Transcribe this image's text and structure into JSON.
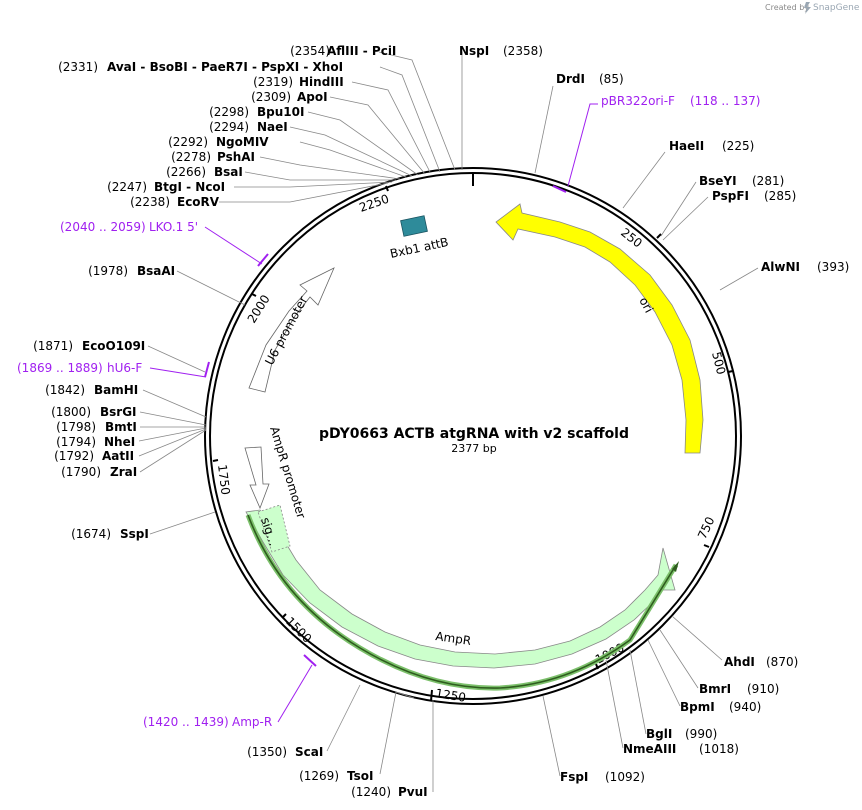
{
  "credit": {
    "prefix": "Created by",
    "brand": "SnapGene"
  },
  "plasmid": {
    "name": "pDY0663 ACTB atgRNA with v2 scaffold",
    "size_label": "2377 bp",
    "length": 2377
  },
  "ticks": [
    "250",
    "500",
    "750",
    "1000",
    "1250",
    "1500",
    "1750",
    "2000",
    "2250"
  ],
  "features": [
    {
      "label": "ori",
      "color": "#ffff00"
    },
    {
      "label": "AmpR",
      "color": "#ccffcc"
    },
    {
      "label": "sig…",
      "color": "#ccffcc"
    },
    {
      "label": "AmpR promoter",
      "color": "#ffffff"
    },
    {
      "label": "U6 promoter",
      "color": "#ffffff"
    },
    {
      "label": "Bxb1 attB",
      "color": "#2e8b9a"
    }
  ],
  "enzymes": [
    {
      "pos": "(2354)",
      "name": "AflIII  -  PciI"
    },
    {
      "pos": "(2331)",
      "name": "AvaI  -  BsoBI  -  PaeR7I  -  PspXI  -  XhoI"
    },
    {
      "pos": "(2319)",
      "name": "HindIII"
    },
    {
      "pos": "(2309)",
      "name": "ApoI"
    },
    {
      "pos": "(2298)",
      "name": "Bpu10I"
    },
    {
      "pos": "(2294)",
      "name": "NaeI"
    },
    {
      "pos": "(2292)",
      "name": "NgoMIV"
    },
    {
      "pos": "(2278)",
      "name": "PshAI"
    },
    {
      "pos": "(2266)",
      "name": "BsaI"
    },
    {
      "pos": "(2247)",
      "name": "BtgI  -  NcoI"
    },
    {
      "pos": "(2238)",
      "name": "EcoRV"
    },
    {
      "pos": "(1978)",
      "name": "BsaAI"
    },
    {
      "pos": "(1871)",
      "name": "EcoO109I"
    },
    {
      "pos": "(1842)",
      "name": "BamHI"
    },
    {
      "pos": "(1800)",
      "name": "BsrGI"
    },
    {
      "pos": "(1798)",
      "name": "BmtI"
    },
    {
      "pos": "(1794)",
      "name": "NheI"
    },
    {
      "pos": "(1792)",
      "name": "AatII"
    },
    {
      "pos": "(1790)",
      "name": "ZraI"
    },
    {
      "pos": "(1674)",
      "name": "SspI"
    },
    {
      "pos": "(1350)",
      "name": "ScaI"
    },
    {
      "pos": "(1269)",
      "name": "TsoI"
    },
    {
      "pos": "(1240)",
      "name": "PvuI"
    },
    {
      "pos": "(2358)",
      "name": "NspI"
    },
    {
      "pos": "(85)",
      "name": "DrdI"
    },
    {
      "pos": "(225)",
      "name": "HaeII"
    },
    {
      "pos": "(281)",
      "name": "BseYI"
    },
    {
      "pos": "(285)",
      "name": "PspFI"
    },
    {
      "pos": "(393)",
      "name": "AlwNI"
    },
    {
      "pos": "(870)",
      "name": "AhdI"
    },
    {
      "pos": "(910)",
      "name": "BmrI"
    },
    {
      "pos": "(940)",
      "name": "BpmI"
    },
    {
      "pos": "(990)",
      "name": "BglI"
    },
    {
      "pos": "(1018)",
      "name": "NmeAIII"
    },
    {
      "pos": "(1092)",
      "name": "FspI"
    }
  ],
  "primers": [
    {
      "name": "pBR322ori-F",
      "range": "(118 .. 137)"
    },
    {
      "name": "LKO.1 5'",
      "range": "(2040 .. 2059)"
    },
    {
      "name": "hU6-F",
      "range": "(1869 .. 1889)"
    },
    {
      "name": "Amp-R",
      "range": "(1420 .. 1439)"
    }
  ],
  "colors": {
    "primer": "#a020f0",
    "backbone": "#000000",
    "ori": "#ffff00",
    "ampr": "#ccffcc",
    "attb": "#2e8b9a"
  }
}
